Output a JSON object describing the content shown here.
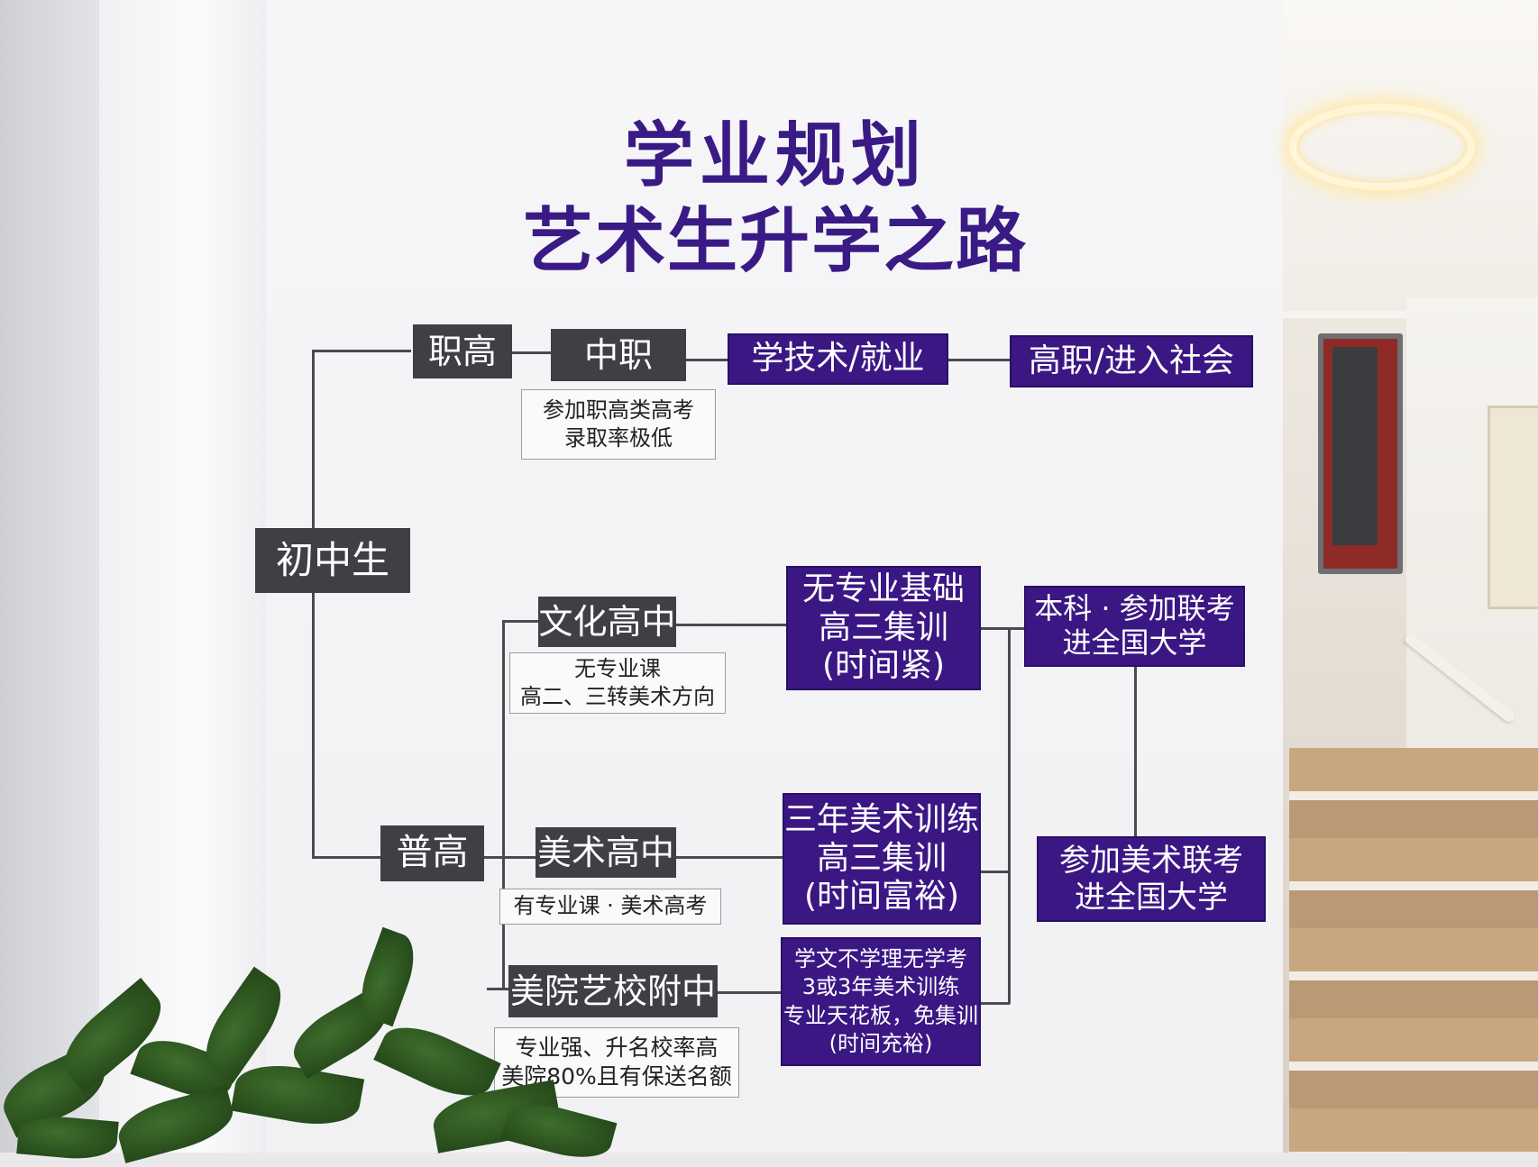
{
  "title": {
    "line1": "学业规划",
    "line2": "艺术生升学之路"
  },
  "nodes": {
    "start": "初中生",
    "zhigao": "职高",
    "zhongzhi": "中职",
    "zhongzhi_note_1": "参加职高类高考",
    "zhongzhi_note_2": "录取率极低",
    "skill_job": "学技术/就业",
    "vocational_society": "高职/进入社会",
    "pugao": "普高",
    "wenhua": "文化高中",
    "wenhua_note_1": "无专业课",
    "wenhua_note_2": "高二、三转美术方向",
    "meishu": "美术高中",
    "meishu_note": "有专业课 · 美术高考",
    "meiyuan": "美院艺校附中",
    "meiyuan_note_1": "专业强、升名校率高",
    "meiyuan_note_2": "美院80%且有保送名额",
    "path_wenhua_1": "无专业基础",
    "path_wenhua_2": "高三集训",
    "path_wenhua_3": "(时间紧)",
    "path_meishu_1": "三年美术训练",
    "path_meishu_2": "高三集训",
    "path_meishu_3": "(时间富裕)",
    "path_meiyuan_1": "学文不学理无学考",
    "path_meiyuan_2": "3或3年美术训练",
    "path_meiyuan_3": "专业天花板，免集训",
    "path_meiyuan_4": "(时间充裕)",
    "result_benke_1": "本科 · 参加联考",
    "result_benke_2": "进全国大学",
    "result_art_1": "参加美术联考",
    "result_art_2": "进全国大学"
  },
  "colors": {
    "title": "#3a1a85",
    "purple_box": "#3b1784",
    "gray_box": "#3f3f45"
  }
}
